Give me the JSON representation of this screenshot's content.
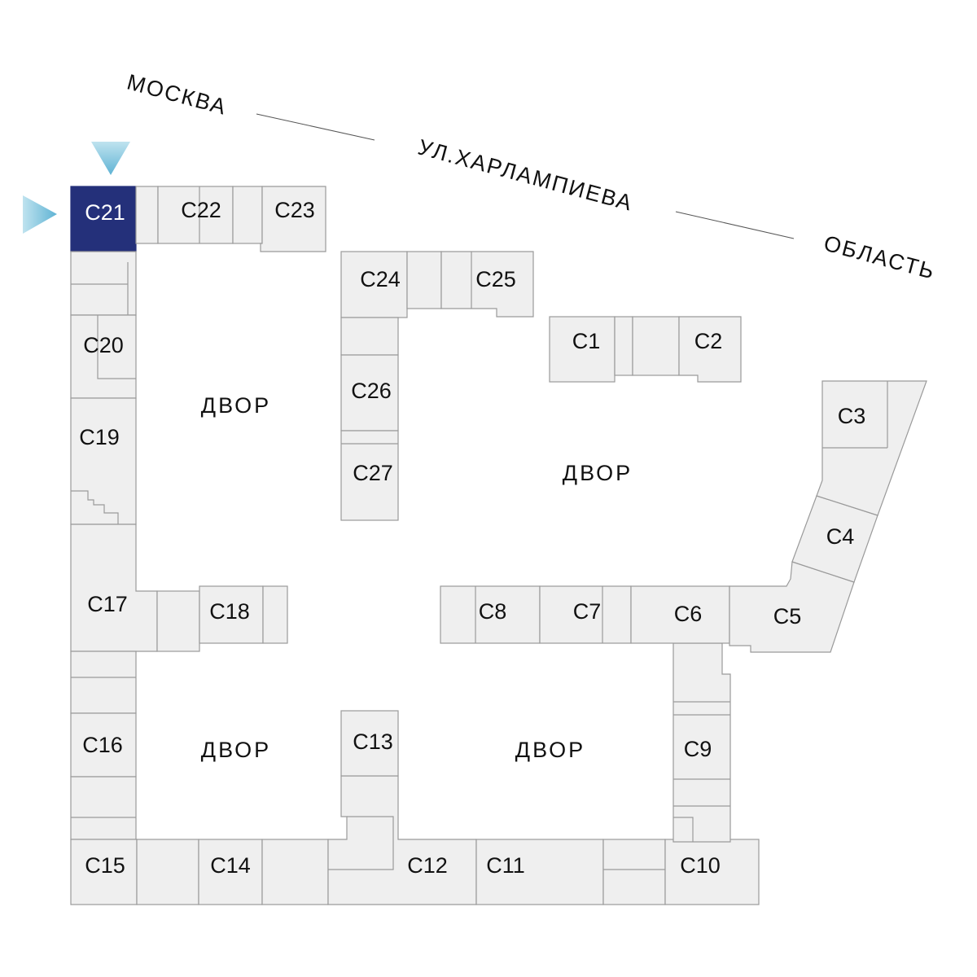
{
  "street": {
    "moscow": "МОСКВА",
    "street_name": "УЛ.ХАРЛАМПИЕВА",
    "region": "ОБЛАСТЬ"
  },
  "yards": [
    "ДВОР",
    "ДВОР",
    "ДВОР",
    "ДВОР"
  ],
  "sections": {
    "c1": "C1",
    "c2": "C2",
    "c3": "C3",
    "c4": "C4",
    "c5": "C5",
    "c6": "C6",
    "c7": "C7",
    "c8": "C8",
    "c9": "C9",
    "c10": "C10",
    "c11": "C11",
    "c12": "C12",
    "c13": "C13",
    "c14": "C14",
    "c15": "C15",
    "c16": "C16",
    "c17": "C17",
    "c18": "C18",
    "c19": "C19",
    "c20": "C20",
    "c21": "C21",
    "c22": "C22",
    "c23": "C23",
    "c24": "C24",
    "c25": "C25",
    "c26": "C26",
    "c27": "C27"
  },
  "selected_section": "C21",
  "colors": {
    "selected": "#24307a",
    "block": "#efefef",
    "outline": "#9a9a9a",
    "marker": "#7fc3dc"
  }
}
